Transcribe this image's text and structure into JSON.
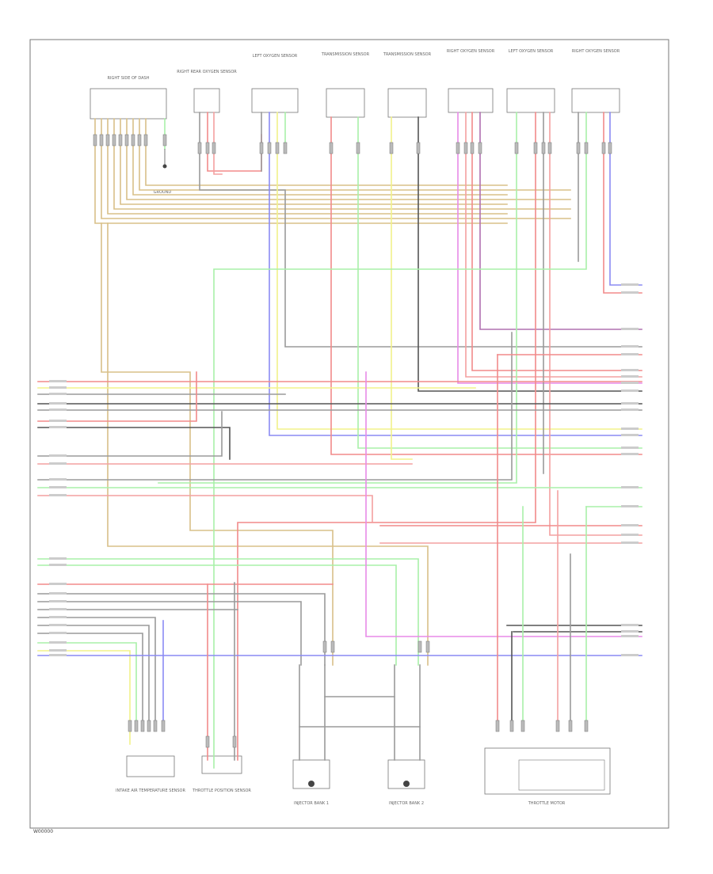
{
  "diagram": {
    "footer_code": "W00000",
    "colors": {
      "tan": "#d8c089",
      "red": "#f28a8a",
      "pink": "#f4a0a0",
      "green": "#a8f0a8",
      "blue": "#8a8af4",
      "yellow": "#f2f28a",
      "violet": "#e88ae8",
      "purple": "#b070b0",
      "gray": "#9a9a9a",
      "dark": "#555555",
      "line": "#777777"
    },
    "components_top": [
      "RIGHT SIDE OF DASH",
      "RIGHT REAR OXYGEN SENSOR",
      "LEFT OXYGEN SENSOR",
      "TRANSMISSION SENSOR",
      "TRANSMISSION SENSOR",
      "RIGHT OXYGEN SENSOR",
      "LEFT OXYGEN SENSOR",
      "RIGHT OXYGEN SENSOR"
    ],
    "components_bottom": [
      "INTAKE AIR TEMPERATURE SENSOR",
      "THROTTLE POSITION SENSOR",
      "INJECTOR BANK 1",
      "INJECTOR BANK 2",
      "THROTTLE MOTOR"
    ],
    "ground_label": "GROUND"
  }
}
